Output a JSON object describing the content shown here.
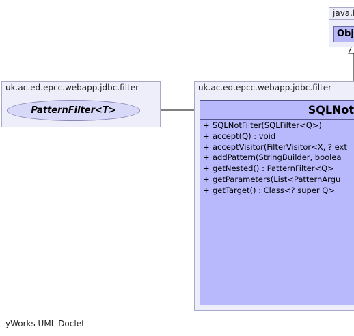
{
  "packages": {
    "top_right": {
      "name": "java.l"
    },
    "left": {
      "name": "uk.ac.ed.epcc.webapp.jdbc.filter"
    },
    "right": {
      "name": "uk.ac.ed.epcc.webapp.jdbc.filter"
    }
  },
  "interface": {
    "name": "PatternFilter<T>"
  },
  "superclass": {
    "name": "Obj"
  },
  "main_class": {
    "name": "SQLNotF",
    "operations": [
      {
        "visibility": "+",
        "signature": "SQLNotFilter(SQLFilter<Q>)"
      },
      {
        "visibility": "+",
        "signature": "accept(Q) : void"
      },
      {
        "visibility": "+",
        "signature": "acceptVisitor(FilterVisitor<X, ? ext"
      },
      {
        "visibility": "+",
        "signature": "addPattern(StringBuilder, boolea"
      },
      {
        "visibility": "+",
        "signature": "getNested() : PatternFilter<Q>"
      },
      {
        "visibility": "+",
        "signature": "getParameters(List<PatternArgu"
      },
      {
        "visibility": "+",
        "signature": "getTarget() : Class<? super Q>"
      }
    ]
  },
  "footer": {
    "text": "yWorks UML Doclet"
  }
}
